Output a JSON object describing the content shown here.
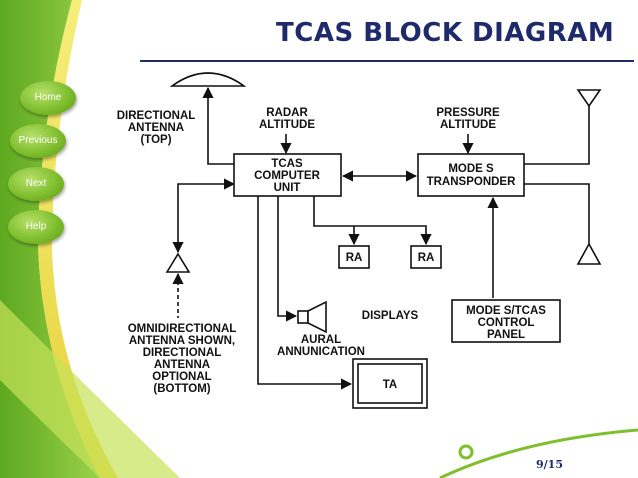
{
  "title": "TCAS  BLOCK DIAGRAM",
  "nav": {
    "home": "Home",
    "previous": "Previous",
    "next": "Next",
    "help": "Help"
  },
  "diagram": {
    "directional_antenna": [
      "DIRECTIONAL",
      "ANTENNA",
      "(TOP)"
    ],
    "radar_altitude": [
      "RADAR",
      "ALTITUDE"
    ],
    "pressure_altitude": [
      "PRESSURE",
      "ALTITUDE"
    ],
    "tcas_computer": [
      "TCAS",
      "COMPUTER",
      "UNIT"
    ],
    "mode_s_transponder": [
      "MODE S",
      "TRANSPONDER"
    ],
    "ra_left": "RA",
    "ra_right": "RA",
    "displays": "DISPLAYS",
    "aural": [
      "AURAL",
      "ANNUNICATION"
    ],
    "control_panel": [
      "MODE S/TCAS",
      "CONTROL",
      "PANEL"
    ],
    "omni": [
      "OMNIDIRECTIONAL",
      "ANTENNA SHOWN,",
      "DIRECTIONAL",
      "ANTENNA",
      "OPTIONAL",
      "(BOTTOM)"
    ],
    "ta": "TA"
  },
  "page_number": "9/15",
  "colors": {
    "accent": "#1f2a6b",
    "green": "#7fbf2e",
    "yellow": "#f2e34a"
  }
}
